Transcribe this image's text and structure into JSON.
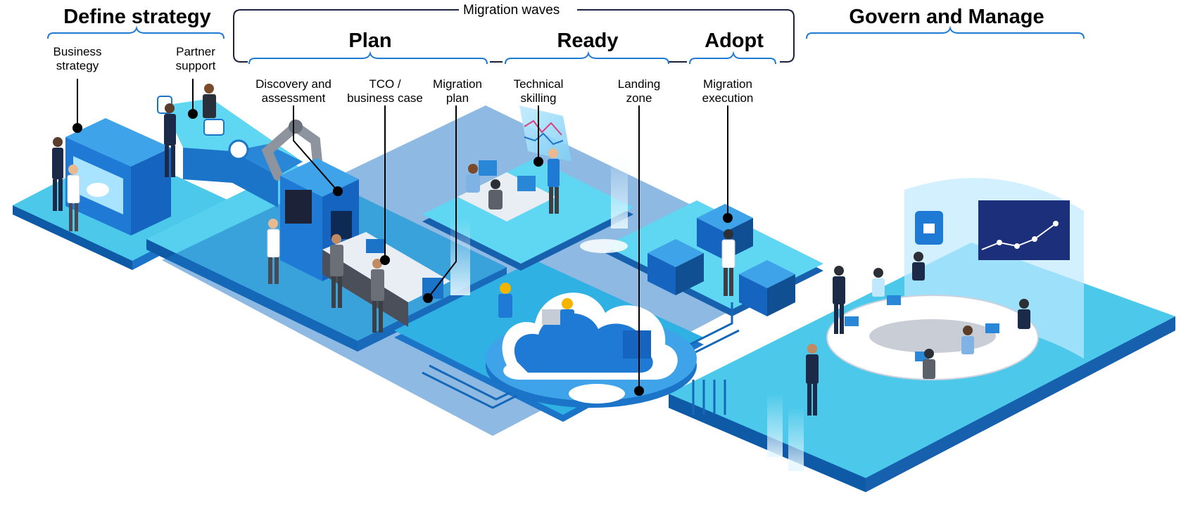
{
  "phases": {
    "define_strategy": "Define strategy",
    "migration_waves": "Migration waves",
    "plan": "Plan",
    "ready": "Ready",
    "adopt": "Adopt",
    "govern_manage": "Govern and Manage"
  },
  "steps": {
    "business_strategy": [
      "Business",
      "strategy"
    ],
    "partner_support": [
      "Partner",
      "support"
    ],
    "discovery": [
      "Discovery and",
      "assessment"
    ],
    "tco": [
      "TCO /",
      "business case"
    ],
    "migration_plan": [
      "Migration",
      "plan"
    ],
    "technical_skilling": [
      "Technical",
      "skilling"
    ],
    "landing_zone": [
      "Landing",
      "zone"
    ],
    "migration_execution": [
      "Migration",
      "execution"
    ]
  },
  "colors": {
    "bracket": "#1f7ad6",
    "frame": "#1b2340",
    "platform_top": "#4cc9ea",
    "platform_side": "#1b74c8",
    "platform_dark": "#0f5aa6",
    "machine": "#2a86d6"
  }
}
